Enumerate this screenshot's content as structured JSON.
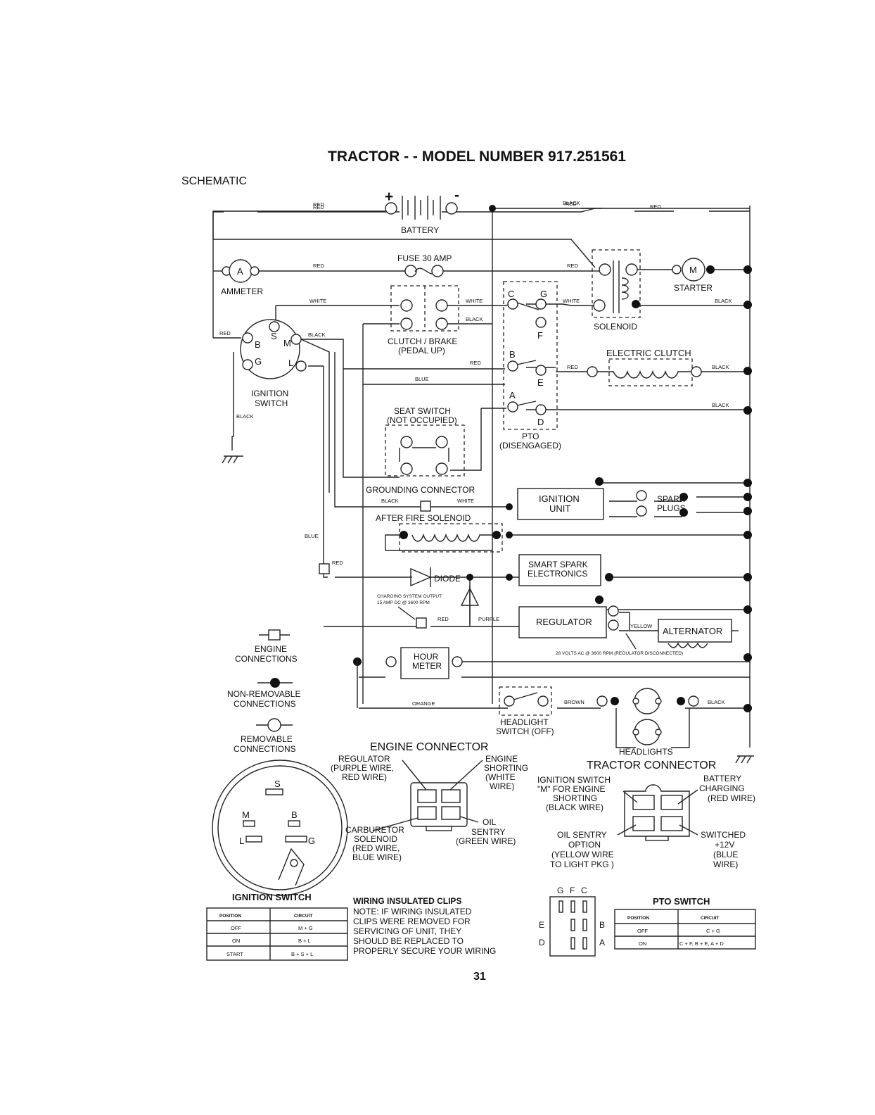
{
  "page_title": "TRACTOR - - MODEL NUMBER 917.251561",
  "section": "SCHEMATIC",
  "wire_colors": {
    "red": "RED",
    "black": "BLACK",
    "white": "WHITE",
    "blue": "BLUE",
    "purple": "PURPLE",
    "yellow": "YELLOW",
    "brown": "BROWN",
    "orange": "ORANGE"
  },
  "components": {
    "battery": "BATTERY",
    "battery_plus": "+",
    "battery_minus": "-",
    "fuse": "FUSE 30 AMP",
    "ammeter": "AMMETER",
    "ammeter_symbol": "A",
    "starter": "STARTER",
    "starter_symbol": "M",
    "solenoid": "SOLENOID",
    "clutch_brake": [
      "CLUTCH / BRAKE",
      "(PEDAL UP)"
    ],
    "ignition_switch": [
      "IGNITION",
      "SWITCH"
    ],
    "ignition_terminals": {
      "s": "S",
      "m": "M",
      "b": "B",
      "g": "G",
      "l": "L"
    },
    "electric_clutch": "ELECTRIC CLUTCH",
    "seat_switch": [
      "SEAT SWITCH",
      "(NOT OCCUPIED)"
    ],
    "pto": [
      "PTO",
      "(DISENGAGED)"
    ],
    "pto_terminals": {
      "c": "C",
      "g": "G",
      "f": "F",
      "b": "B",
      "e": "E",
      "a": "A",
      "d": "D"
    },
    "grounding_connector": "GROUNDING CONNECTOR",
    "after_fire_solenoid": "AFTER FIRE SOLENOID",
    "ignition_unit": [
      "IGNITION",
      "UNIT"
    ],
    "spark_plugs": [
      "SPARK",
      "PLUGS"
    ],
    "diode": "DIODE",
    "smart_spark": [
      "SMART SPARK",
      "ELECTRONICS"
    ],
    "charging_note": [
      "CHARGING SYSTEM OUTPUT",
      "15 AMP DC @ 3600 RPM"
    ],
    "regulator": "REGULATOR",
    "alternator": "ALTERNATOR",
    "alternator_note": "28 VOLTS AC @ 3600 RPM (REGULATOR DISCONNECTED)",
    "hour_meter": [
      "HOUR",
      "METER"
    ],
    "headlight_switch": [
      "HEADLIGHT",
      "SWITCH (OFF)"
    ],
    "headlights": "HEADLIGHTS"
  },
  "legend": {
    "engine_connections": [
      "ENGINE",
      "CONNECTIONS"
    ],
    "non_removable": [
      "NON-REMOVABLE",
      "CONNECTIONS"
    ],
    "removable": [
      "REMOVABLE",
      "CONNECTIONS"
    ]
  },
  "engine_connector": {
    "title": "ENGINE CONNECTOR",
    "top_left": [
      "REGULATOR",
      "(PURPLE WIRE,",
      "RED WIRE)"
    ],
    "top_right": [
      "ENGINE",
      "SHORTING",
      "(WHITE",
      "WIRE)"
    ],
    "bottom_left": [
      "CARBURETOR",
      "SOLENOID",
      "(RED WIRE,",
      "BLUE WIRE)"
    ],
    "bottom_right": [
      "OIL",
      "SENTRY",
      "(GREEN WIRE)"
    ]
  },
  "tractor_connector": {
    "title": "TRACTOR CONNECTOR",
    "top_left": [
      "IGNITION SWITCH",
      "\"M\" FOR ENGINE",
      "SHORTING",
      "(BLACK WIRE)"
    ],
    "top_right": [
      "BATTERY",
      "CHARGING",
      "(RED WIRE)"
    ],
    "bottom_left": [
      "OIL SENTRY",
      "OPTION",
      "(YELLOW WIRE",
      "TO LIGHT PKG )"
    ],
    "bottom_right": [
      "SWITCHED",
      "+12V",
      "(BLUE",
      "WIRE)"
    ]
  },
  "ignition_face": {
    "s": "S",
    "m": "M",
    "b": "B",
    "l": "L",
    "g": "G"
  },
  "ignition_table": {
    "title": "IGNITION SWITCH",
    "headers": [
      "POSITION",
      "CIRCUIT"
    ],
    "rows": [
      [
        "OFF",
        "M + G"
      ],
      [
        "ON",
        "B + L"
      ],
      [
        "START",
        "B + S + L"
      ]
    ]
  },
  "clips_note": {
    "title": "WIRING INSULATED CLIPS",
    "lines": [
      "NOTE: IF WIRING INSULATED",
      "CLIPS WERE REMOVED FOR",
      "SERVICING OF UNIT, THEY",
      "SHOULD BE REPLACED TO",
      "PROPERLY SECURE YOUR WIRING"
    ]
  },
  "pto_face": {
    "top": [
      "G",
      "F",
      "C"
    ],
    "left": [
      "E",
      "D"
    ],
    "right": [
      "B",
      "A"
    ]
  },
  "pto_table": {
    "title": "PTO SWITCH",
    "headers": [
      "POSITION",
      "CIRCUIT"
    ],
    "rows": [
      [
        "OFF",
        "C + G"
      ],
      [
        "ON",
        "C + F, B + E, A + D"
      ]
    ]
  },
  "page_number": "31"
}
